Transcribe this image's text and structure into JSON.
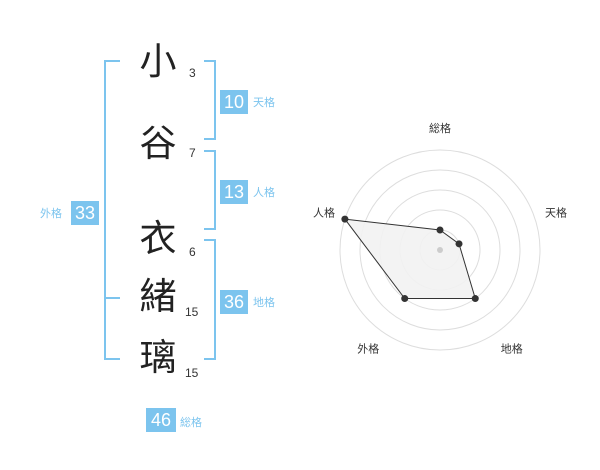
{
  "name": {
    "chars": [
      {
        "kanji": "小",
        "strokes": "3"
      },
      {
        "kanji": "谷",
        "strokes": "7"
      },
      {
        "kanji": "衣",
        "strokes": "6"
      },
      {
        "kanji": "緒",
        "strokes": "15"
      },
      {
        "kanji": "璃",
        "strokes": "15"
      }
    ]
  },
  "scores": {
    "tenkaku": {
      "value": "10",
      "label": "天格"
    },
    "jinkaku": {
      "value": "13",
      "label": "人格"
    },
    "chikaku": {
      "value": "36",
      "label": "地格"
    },
    "gaikaku": {
      "value": "33",
      "label": "外格"
    },
    "soukaku": {
      "value": "46",
      "label": "総格"
    }
  },
  "colors": {
    "accent": "#7cc4ee",
    "text": "#222222"
  },
  "chart_data": {
    "type": "radar",
    "axes": [
      "総格",
      "天格",
      "地格",
      "外格",
      "人格"
    ],
    "values": [
      0.2,
      0.2,
      0.6,
      0.6,
      1.0
    ],
    "range": [
      0,
      1
    ],
    "rings": 5
  }
}
